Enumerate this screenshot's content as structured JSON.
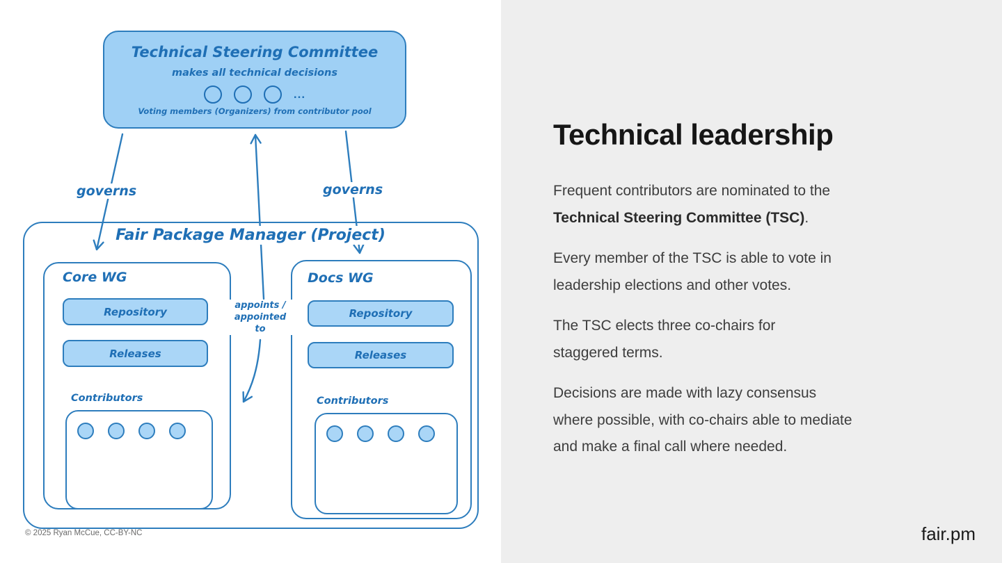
{
  "diagram": {
    "tsc": {
      "title": "Technical Steering Committee",
      "subtitle": "makes all technical decisions",
      "ellipsis": "...",
      "caption": "Voting members (Organizers) from contributor pool"
    },
    "edges": {
      "governs_left": "governs",
      "governs_right": "governs",
      "appoints": "appoints /\nappointed\nto"
    },
    "project": {
      "title": "Fair Package Manager (Project)",
      "groups": [
        {
          "name": "Core WG",
          "box1": "Repository",
          "box2": "Releases",
          "contributors_label": "Contributors"
        },
        {
          "name": "Docs WG",
          "box1": "Repository",
          "box2": "Releases",
          "contributors_label": "Contributors"
        }
      ]
    },
    "copyright": "© 2025 Ryan McCue, CC-BY-NC"
  },
  "panel": {
    "title": "Technical leadership",
    "paragraphs": [
      [
        {
          "t": "Frequent contributors are nominated to the\n"
        },
        {
          "t": "Technical Steering Committee (TSC)",
          "b": true
        },
        {
          "t": "."
        }
      ],
      [
        {
          "t": "Every member of the TSC is able to vote in\nleadership elections and other votes."
        }
      ],
      [
        {
          "t": "The TSC elects three co-chairs for\nstaggered terms."
        }
      ],
      [
        {
          "t": "Decisions are made with lazy consensus\nwhere possible, with co-chairs able to mediate\nand make a final call where needed."
        }
      ]
    ],
    "footer": "fair.pm"
  },
  "colors": {
    "stroke": "#2d7dbd",
    "fill_box": "#9fd0f5",
    "fill_light": "#aad6f7",
    "text_blue": "#1f6fb5",
    "panel_bg": "#eeeeee",
    "heading": "#161616",
    "body_text": "#3d3d3d"
  }
}
